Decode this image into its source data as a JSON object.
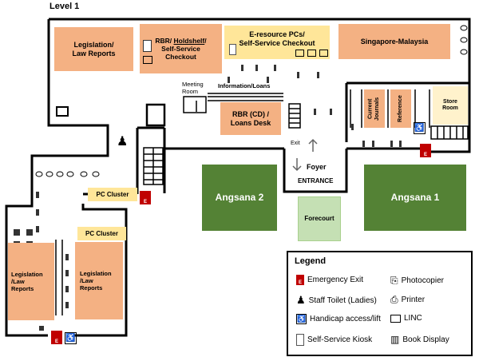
{
  "map": {
    "level_title": "Level 1",
    "rooms": {
      "legislation_top": "Legislation/\nLaw Reports",
      "rbr_holdshelf_prefix": "RBR/ ",
      "rbr_holdshelf_underlined": "Holdshelf",
      "rbr_holdshelf_suffix": "/\nSelf-Service\nCheckout",
      "eresource": "E-resource PCs/\nSelf-Service Checkout",
      "singapore_malaysia": "Singapore-Malaysia",
      "meeting_room": "Meeting\nRoom",
      "information_loans": "Information/Loans",
      "rbr_cd": "RBR (CD) /\nLoans Desk",
      "current_journals": "Current\nJournals",
      "reference": "Reference",
      "store_room": "Store\nRoom",
      "exit": "Exit",
      "foyer": "Foyer",
      "entrance": "ENTRANCE",
      "angsana_2": "Angsana 2",
      "angsana_1": "Angsana 1",
      "forecourt": "Forecourt",
      "pc_cluster_1": "PC Cluster",
      "pc_cluster_2": "PC Cluster",
      "legislation_left": "Legislation\n/Law\nReports",
      "legislation_right": "Legislation\n/Law\nReports"
    },
    "exit_markers": [
      "E",
      "E",
      "E"
    ],
    "colors": {
      "shelf_area": "#f4b183",
      "pc_area": "#ffe699",
      "lawn_dark": "#548235",
      "forecourt": "#c5e0b4",
      "emergency_exit": "#c00000"
    }
  },
  "legend": {
    "title": "Legend",
    "items": [
      {
        "icon": "emergency-exit-icon",
        "label": "Emergency Exit"
      },
      {
        "icon": "staff-toilet-icon",
        "label": "Staff Toilet (Ladies)"
      },
      {
        "icon": "handicap-icon",
        "label": "Handicap access/lift"
      },
      {
        "icon": "kiosk-icon",
        "label": "Self-Service Kiosk"
      },
      {
        "icon": "photocopier-icon",
        "label": "Photocopier"
      },
      {
        "icon": "printer-icon",
        "label": "Printer"
      },
      {
        "icon": "linc-icon",
        "label": "LINC"
      },
      {
        "icon": "book-display-icon",
        "label": "Book Display"
      }
    ],
    "exit_marker": "E"
  }
}
